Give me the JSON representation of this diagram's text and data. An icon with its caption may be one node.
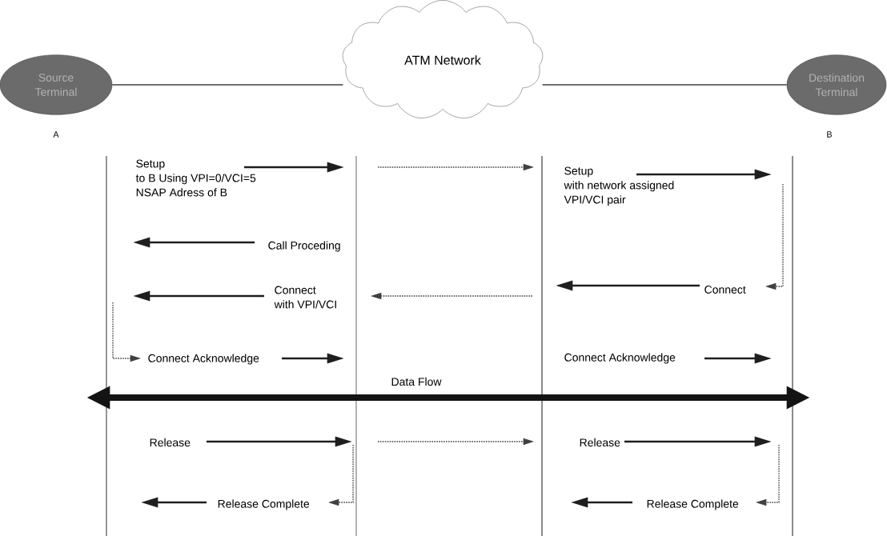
{
  "diagram": {
    "nodes": [
      {
        "text": [
          "Source Terminal"
        ]
      },
      {
        "text": [
          "ATM Network"
        ]
      },
      {
        "text": [
          "Destination Terminal"
        ]
      }
    ],
    "edges": [
      {
        "from": 0,
        "to": 1,
        "arrow": "none"
      },
      {
        "from": 1,
        "to": 2,
        "arrow": "none"
      }
    ],
    "labels": [
      "A",
      "B",
      "Setup to B Using VPI=0/VCI=5 NSAP Adress of B",
      "Setup with network assigned VPI/VCI pair",
      "Call Proceding",
      "Connect with VPI/VCI",
      "Connect",
      "Connect Acknowledge",
      "Connect Acknowledge",
      "Data Flow",
      "Release",
      "Release",
      "Release Complete",
      "Release Complete"
    ]
  }
}
